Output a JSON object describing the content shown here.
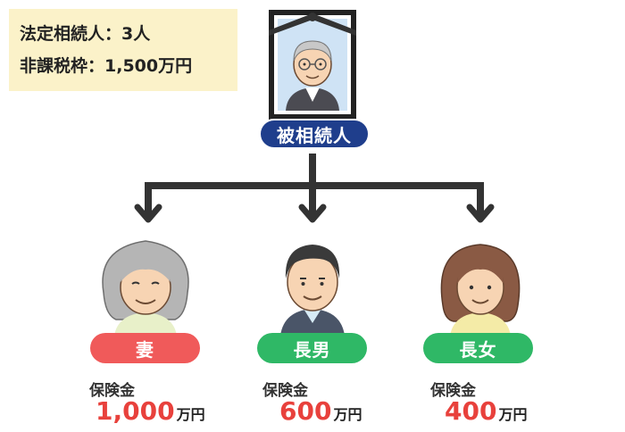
{
  "info": {
    "legal_heirs": "法定相続人：3人",
    "tax_exempt": "非課税枠：1,500万円"
  },
  "deceased": {
    "label": "被相続人"
  },
  "heirs": [
    {
      "label": "妻",
      "insurance_label": "保険金",
      "amount": "1,000",
      "unit": "万円"
    },
    {
      "label": "長男",
      "insurance_label": "保険金",
      "amount": "600",
      "unit": "万円"
    },
    {
      "label": "長女",
      "insurance_label": "保険金",
      "amount": "400",
      "unit": "万円"
    }
  ],
  "colors": {
    "deceased_pill": "#1f3e8c",
    "wife_pill": "#f05a5a",
    "child_pill": "#2fb866",
    "amount": "#e8413c",
    "info_bg": "#fbf2c9"
  }
}
